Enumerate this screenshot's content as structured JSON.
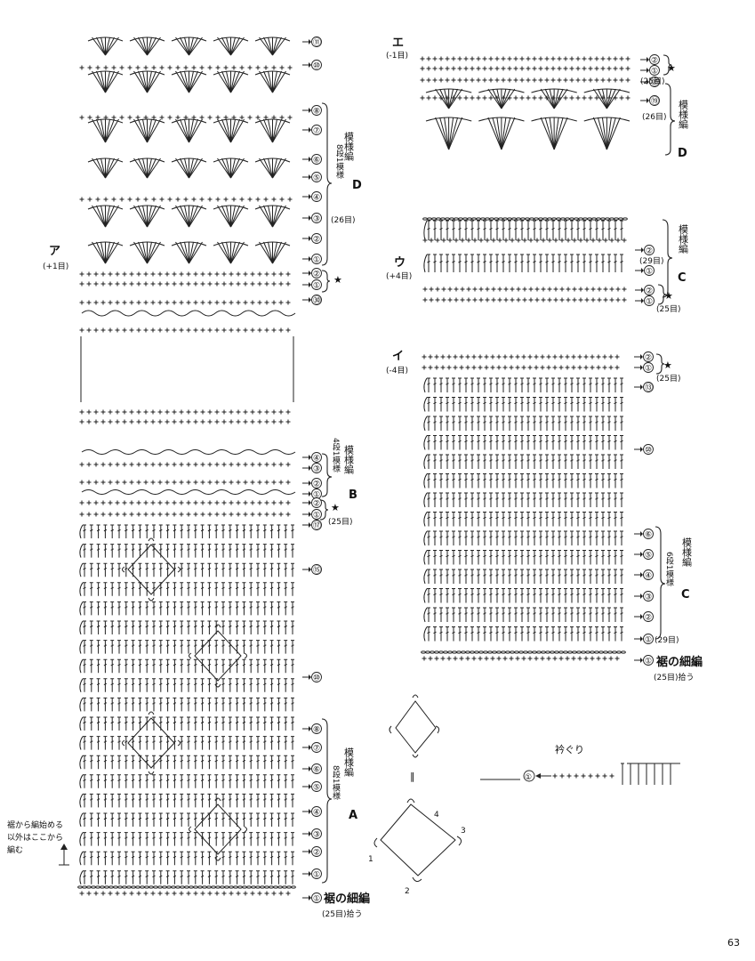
{
  "page_number": "63",
  "sections": {
    "a": {
      "name": "ア",
      "count": "(+1目)"
    },
    "e": {
      "name": "エ",
      "count": "(-1目)"
    },
    "u": {
      "name": "ウ",
      "count": "(+4目)"
    },
    "i": {
      "name": "イ",
      "count": "(-4目)"
    }
  },
  "patterns": {
    "A": {
      "title": "模様編",
      "letter": "A",
      "repeat": "8段1模様"
    },
    "B": {
      "title": "模様編",
      "letter": "B",
      "repeat": "4段1模様"
    },
    "C": {
      "title": "模様編",
      "letter": "C",
      "repeat": "6段1模様"
    },
    "D": {
      "title": "模様編",
      "letter": "D",
      "repeat": "8段1模様"
    }
  },
  "labels": {
    "star": "★",
    "stitches_26": "(26目)",
    "stitches_25": "(25目)",
    "stitches_29": "(29目)",
    "hem": "裾の細編",
    "hem_pick": "(25目)拾う",
    "neckline": "衿ぐり",
    "note_line1": "裾から編始める",
    "note_line2": "以外はここから",
    "note_line3": "編む",
    "equals": "‖",
    "motif_steps": [
      "1",
      "2",
      "3",
      "4"
    ]
  },
  "rows": {
    "left_top": [
      "⑪",
      "⑩",
      "⑧",
      "⑦",
      "⑥",
      "⑤",
      "④",
      "③",
      "②",
      "①",
      "②",
      "①",
      "㉚"
    ],
    "left_mid": [
      "④",
      "③",
      "②",
      "①",
      "②",
      "①",
      "⑰"
    ],
    "left_bottom": [
      "⑮",
      "⑩",
      "⑧",
      "⑦",
      "⑥",
      "⑤",
      "④",
      "③",
      "②",
      "①",
      "①"
    ],
    "e": [
      "②",
      "①",
      "⑳",
      "⑲"
    ],
    "u": [
      "②",
      "①",
      "②",
      "①"
    ],
    "i": [
      "②",
      "①",
      "⑬",
      "⑩",
      "⑥",
      "⑤",
      "④",
      "③",
      "②",
      "①",
      "①"
    ],
    "neck": "①"
  }
}
